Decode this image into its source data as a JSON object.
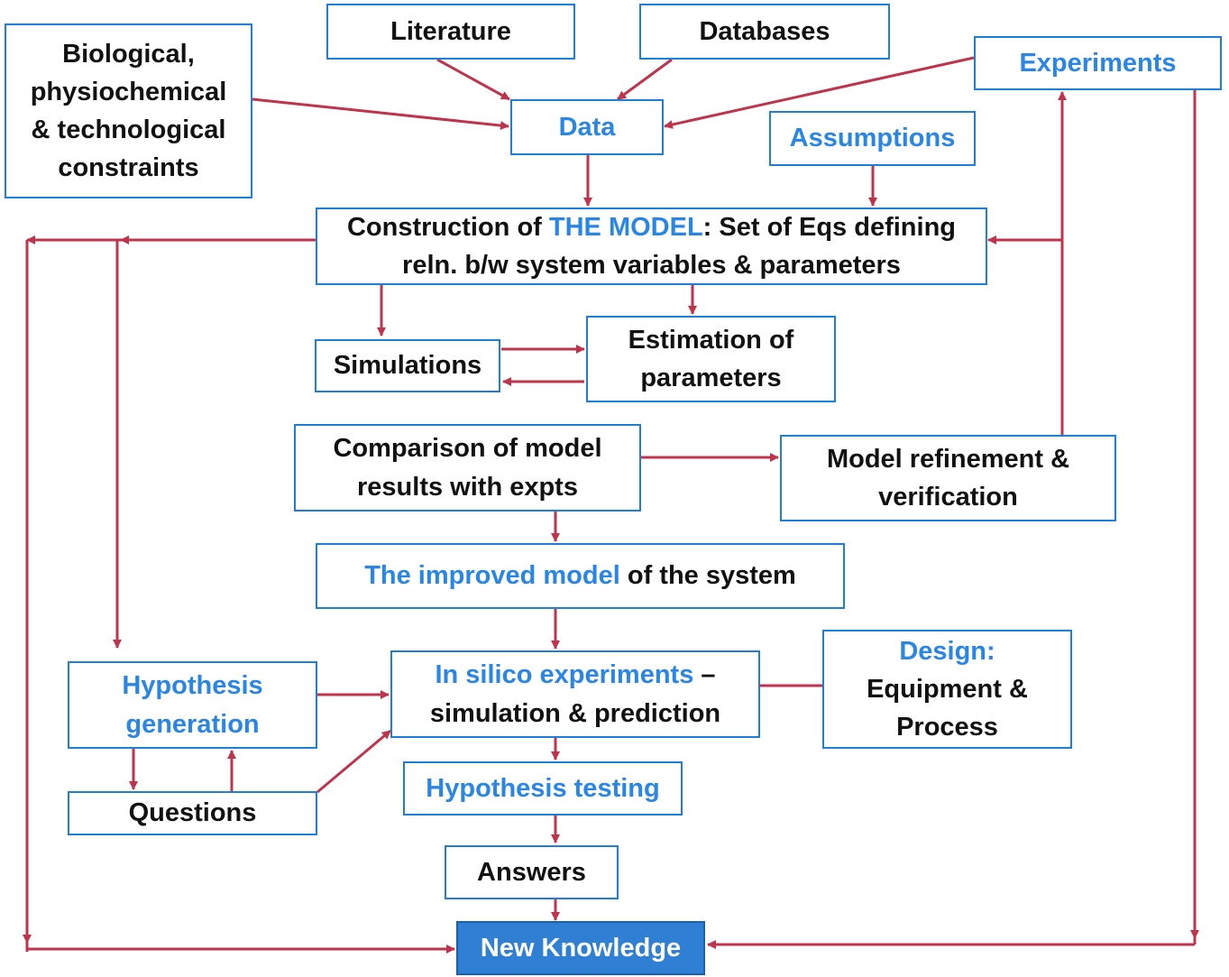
{
  "nodes": {
    "literature": "Literature",
    "databases": "Databases",
    "experiments": "Experiments",
    "constraints": [
      "Biological,",
      "physiochemical",
      "& technological",
      "constraints"
    ],
    "data": "Data",
    "assumptions": "Assumptions",
    "model": {
      "prefix": "Construction of ",
      "highlight": "THE MODEL",
      "suffix": ": Set of Eqs defining",
      "line2": "reln. b/w system variables & parameters"
    },
    "simulations": "Simulations",
    "estimation": [
      "Estimation of",
      "parameters"
    ],
    "comparison": [
      "Comparison of model",
      "results with expts"
    ],
    "refinement": [
      "Model refinement &",
      "verification"
    ],
    "improved": {
      "highlight": "The improved model",
      "suffix": " of the system"
    },
    "insilico": {
      "highlight": "In silico experiments",
      "suffix": " –",
      "line2": "simulation & prediction"
    },
    "design": {
      "title": "Design:",
      "line2": "Equipment &",
      "line3": "Process"
    },
    "hypothesis_generation": [
      "Hypothesis",
      "generation"
    ],
    "questions": "Questions",
    "hypothesis_testing": "Hypothesis testing",
    "answers": "Answers",
    "new_knowledge": "New Knowledge"
  },
  "colors": {
    "arrow": "#c0334d",
    "box_border": "#1e7fd8",
    "highlight_text": "#2a86e6",
    "filled_box": "#2f7fd4"
  }
}
